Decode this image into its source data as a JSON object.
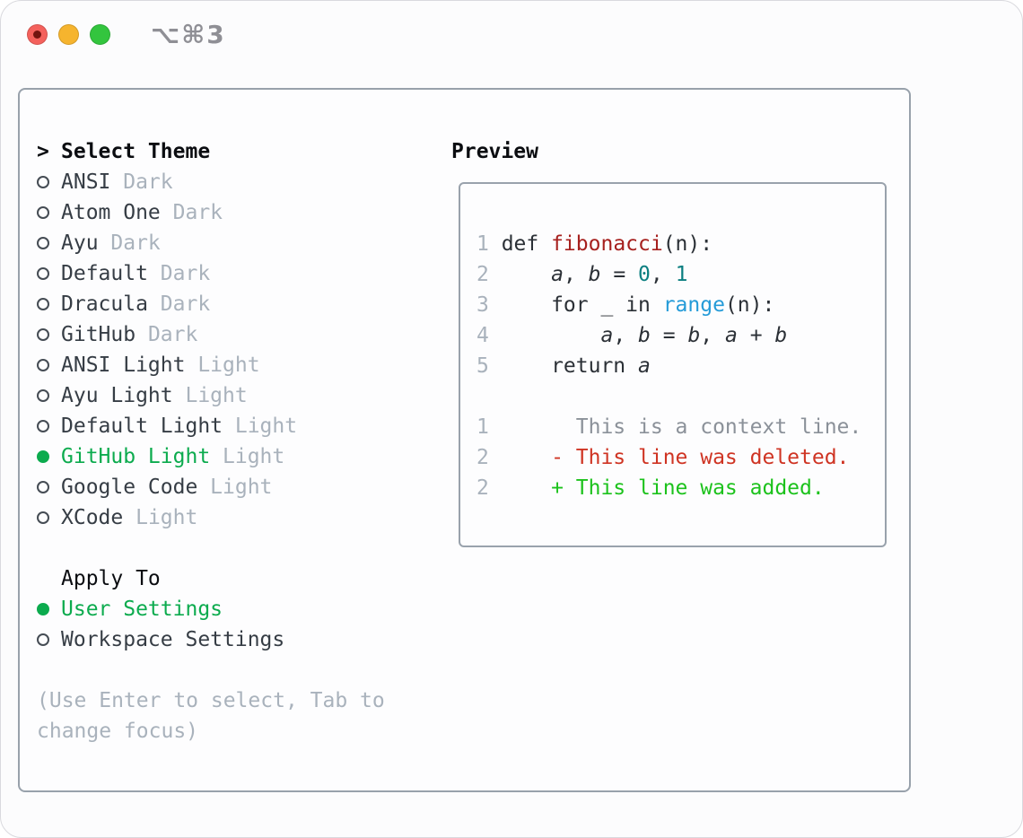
{
  "titlebar": {
    "title": "⌥⌘3"
  },
  "theme_picker": {
    "prompt_marker": ">",
    "header": "Select Theme",
    "themes": [
      {
        "name": "ANSI",
        "variant": "Dark",
        "selected": false
      },
      {
        "name": "Atom One",
        "variant": "Dark",
        "selected": false
      },
      {
        "name": "Ayu",
        "variant": "Dark",
        "selected": false
      },
      {
        "name": "Default",
        "variant": "Dark",
        "selected": false
      },
      {
        "name": "Dracula",
        "variant": "Dark",
        "selected": false
      },
      {
        "name": "GitHub",
        "variant": "Dark",
        "selected": false
      },
      {
        "name": "ANSI Light",
        "variant": "Light",
        "selected": false
      },
      {
        "name": "Ayu Light",
        "variant": "Light",
        "selected": false
      },
      {
        "name": "Default Light",
        "variant": "Light",
        "selected": false
      },
      {
        "name": "GitHub Light",
        "variant": "Light",
        "selected": true
      },
      {
        "name": "Google Code",
        "variant": "Light",
        "selected": false
      },
      {
        "name": "XCode",
        "variant": "Light",
        "selected": false
      }
    ],
    "apply_to": {
      "header": "Apply To",
      "options": [
        {
          "label": "User Settings",
          "selected": true
        },
        {
          "label": "Workspace Settings",
          "selected": false
        }
      ]
    },
    "hint": "(Use Enter to select, Tab to change focus)"
  },
  "preview": {
    "header": "Preview",
    "code_lines": [
      {
        "num": "1",
        "tokens": [
          {
            "t": "def ",
            "c": "kw"
          },
          {
            "t": "fibonacci",
            "c": "func"
          },
          {
            "t": "(n):",
            "c": "plain"
          }
        ]
      },
      {
        "num": "2",
        "tokens": [
          {
            "t": "    ",
            "c": "plain"
          },
          {
            "t": "a",
            "c": "var"
          },
          {
            "t": ", ",
            "c": "plain"
          },
          {
            "t": "b",
            "c": "var"
          },
          {
            "t": " = ",
            "c": "plain"
          },
          {
            "t": "0",
            "c": "num"
          },
          {
            "t": ", ",
            "c": "plain"
          },
          {
            "t": "1",
            "c": "num"
          }
        ]
      },
      {
        "num": "3",
        "tokens": [
          {
            "t": "    for _ in ",
            "c": "plain"
          },
          {
            "t": "range",
            "c": "builtin"
          },
          {
            "t": "(n):",
            "c": "plain"
          }
        ]
      },
      {
        "num": "4",
        "tokens": [
          {
            "t": "        ",
            "c": "plain"
          },
          {
            "t": "a",
            "c": "var"
          },
          {
            "t": ", ",
            "c": "plain"
          },
          {
            "t": "b",
            "c": "var"
          },
          {
            "t": " = ",
            "c": "plain"
          },
          {
            "t": "b",
            "c": "var"
          },
          {
            "t": ", ",
            "c": "plain"
          },
          {
            "t": "a",
            "c": "var"
          },
          {
            "t": " + ",
            "c": "plain"
          },
          {
            "t": "b",
            "c": "var"
          }
        ]
      },
      {
        "num": "5",
        "tokens": [
          {
            "t": "    return ",
            "c": "plain"
          },
          {
            "t": "a",
            "c": "var"
          }
        ]
      }
    ],
    "diff_lines": [
      {
        "num": "1",
        "marker": " ",
        "text": "This is a context line.",
        "kind": "context"
      },
      {
        "num": "2",
        "marker": "-",
        "text": "This line was deleted.",
        "kind": "deleted"
      },
      {
        "num": "2",
        "marker": "+",
        "text": "This line was added.",
        "kind": "added"
      }
    ]
  },
  "colors": {
    "selection_green": "#0cab4e",
    "added_green": "#1cc21c",
    "deleted_red": "#cf3423",
    "context_gray": "#8b9199",
    "muted_gray": "#a9b2bc",
    "function_red": "#a6201e",
    "number_teal": "#0c7f81",
    "builtin_blue": "#259bd8",
    "panel_border": "#98a1ab",
    "traffic_red": "#f4615c",
    "traffic_yellow": "#f6b42e",
    "traffic_green": "#33c53e"
  }
}
